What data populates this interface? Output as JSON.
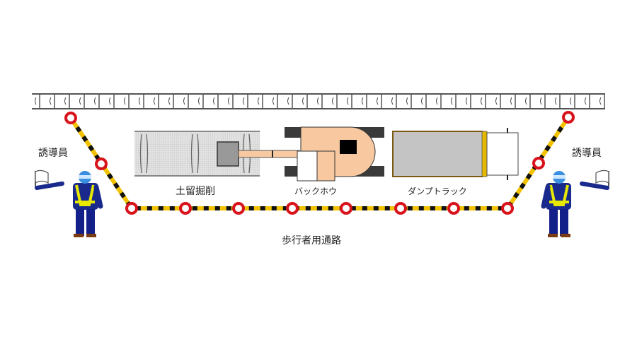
{
  "labels": {
    "excavation": "土留掘削",
    "backhoe": "バックホウ",
    "dump_truck": "ダンプトラック",
    "walkway": "歩行者用通路",
    "guide_left": "誘導員",
    "guide_right": "誘導員"
  },
  "colors": {
    "cone_red": "#d8131b",
    "barrier_yellow": "#f2c200",
    "backhoe_body": "#f8c9a0",
    "worker_blue": "#1a2a8c",
    "vest_yellow": "#e8e800",
    "truck_bed": "#c0c0c0"
  }
}
